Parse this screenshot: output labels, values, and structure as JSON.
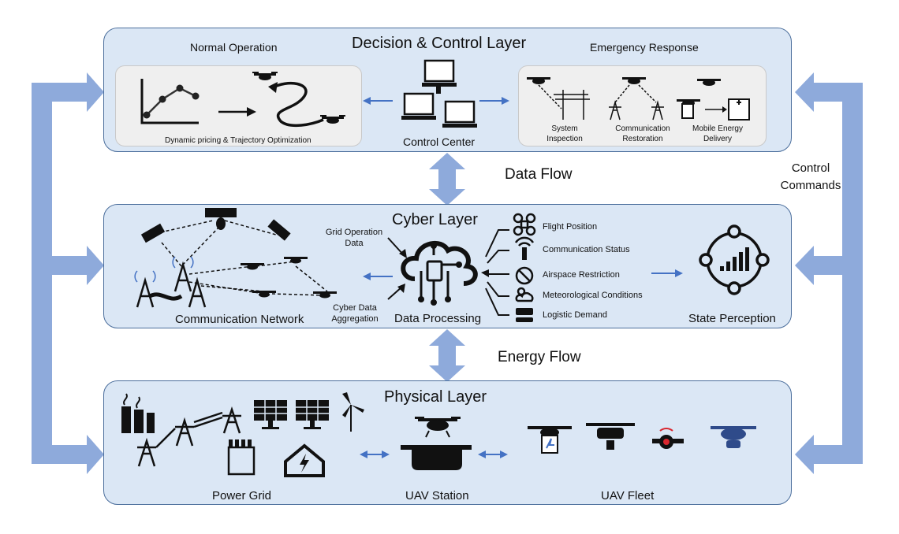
{
  "decision_layer": {
    "title": "Decision & Control Layer",
    "normal_operation": "Normal Operation",
    "normal_caption": "Dynamic pricing & Trajectory Optimization",
    "control_center": "Control Center",
    "emergency_response": "Emergency Response",
    "emergency_items": [
      {
        "line1": "System",
        "line2": "Inspection"
      },
      {
        "line1": "Communication",
        "line2": "Restoration"
      },
      {
        "line1": "Mobile Energy",
        "line2": "Delivery"
      }
    ]
  },
  "flows": {
    "data_flow": "Data Flow",
    "energy_flow": "Energy Flow",
    "control_line1": "Control",
    "control_line2": "Commands"
  },
  "cyber_layer": {
    "title": "Cyber Layer",
    "communication_network": "Communication Network",
    "grid_data_line1": "Grid Operation",
    "grid_data_line2": "Data",
    "cyber_agg_line1": "Cyber Data",
    "cyber_agg_line2": "Aggregation",
    "data_processing": "Data Processing",
    "inputs": [
      "Flight Position",
      "Communication Status",
      "Airspace Restriction",
      "Meteorological Conditions",
      "Logistic Demand"
    ],
    "state_perception": "State Perception"
  },
  "physical_layer": {
    "title": "Physical Layer",
    "power_grid": "Power Grid",
    "uav_station": "UAV Station",
    "uav_fleet": "UAV Fleet"
  },
  "colors": {
    "layer_fill": "#dbe7f5",
    "layer_border": "#4b6e9c",
    "arrow": "#8eaadb",
    "small_arrow": "#4472c4"
  }
}
